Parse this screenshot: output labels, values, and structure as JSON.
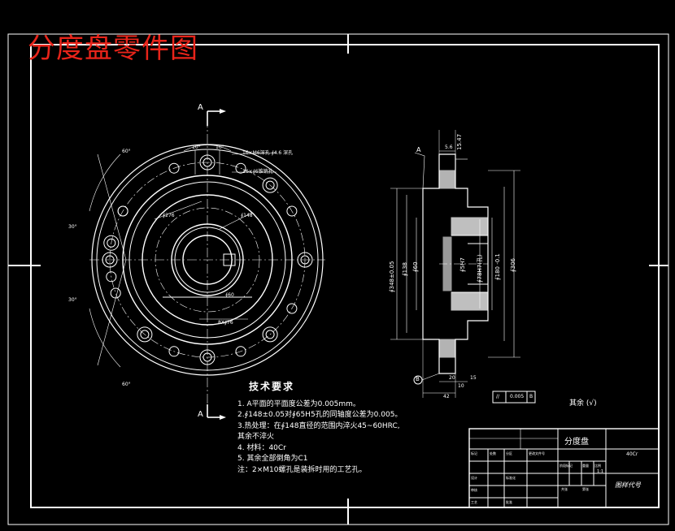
{
  "drawing_title": "分度盘零件图",
  "section_marks": {
    "top": "A",
    "bottom": "A",
    "side": "A",
    "datum_b": "B"
  },
  "front_view": {
    "angles": {
      "top_left": "60°",
      "left_upper": "30°",
      "left_lower": "30°",
      "bottom_left": "60°",
      "top_a": "10°",
      "top_b": "10°"
    },
    "callouts": {
      "thread_holes": "16×M6深孔 ∮4.6 深孔",
      "pin_holes": "16×∮6锥销孔",
      "key_slot": "8X∮76"
    },
    "diameters": {
      "d1": "∮276",
      "d2": "∮148",
      "d3": "∮60"
    }
  },
  "section_view": {
    "vertical_dims": [
      "∮348±0.05",
      "∮138",
      "∮60",
      "∮5H7",
      "∮78H7(孔)",
      "∮180 -0.1",
      "∮306"
    ],
    "top_dims": [
      "5.6",
      "15.47"
    ],
    "bottom_dims": [
      "42",
      "20",
      "10",
      "15"
    ],
    "tolerance_frame": [
      "//",
      "0.005",
      "B"
    ],
    "roughness_note": "其余 (√)"
  },
  "technical_requirements": {
    "title": "技术要求",
    "items": [
      "1. A平面的平面度公差为0.005mm。",
      "2.∮148±0.05对∮65H5孔的同轴度公差为0.005。",
      "3.热处理：在∮148直径的范围内淬火45~60HRC,",
      "其余不淬火",
      "4. 材料：40Cr",
      "5. 其余全部倒角为C1",
      "注：2×M10螺孔是装拆时用的工艺孔。"
    ]
  },
  "title_block": {
    "part_name": "分度盘",
    "material": "40Cr",
    "drawing_code": "图样代号",
    "labels": [
      "标记",
      "处数",
      "分区",
      "更改文件号",
      "签名",
      "年月日",
      "设计",
      "标准化",
      "审核",
      "工艺",
      "批准",
      "阶段标记",
      "重量",
      "比例",
      "共张",
      "第张"
    ],
    "scale": "1:1"
  }
}
